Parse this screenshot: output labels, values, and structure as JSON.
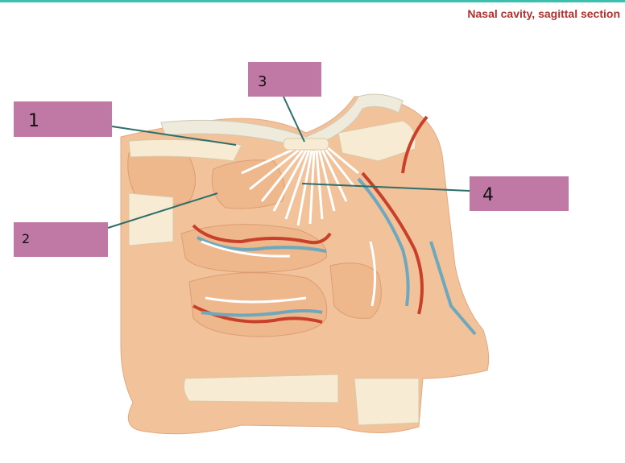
{
  "title": "Nasal cavity, sagittal section",
  "colors": {
    "accent_rule": "#3dbfb0",
    "title_text": "#b0322f",
    "label_box": "#c078a4",
    "skin": "#f2c29b",
    "bone": "#f7ecd3",
    "artery": "#c8402a",
    "vein": "#6fa7bd",
    "nerve": "#ffffff"
  },
  "labels": [
    {
      "number": "1"
    },
    {
      "number": "2"
    },
    {
      "number": "3"
    },
    {
      "number": "4"
    }
  ]
}
